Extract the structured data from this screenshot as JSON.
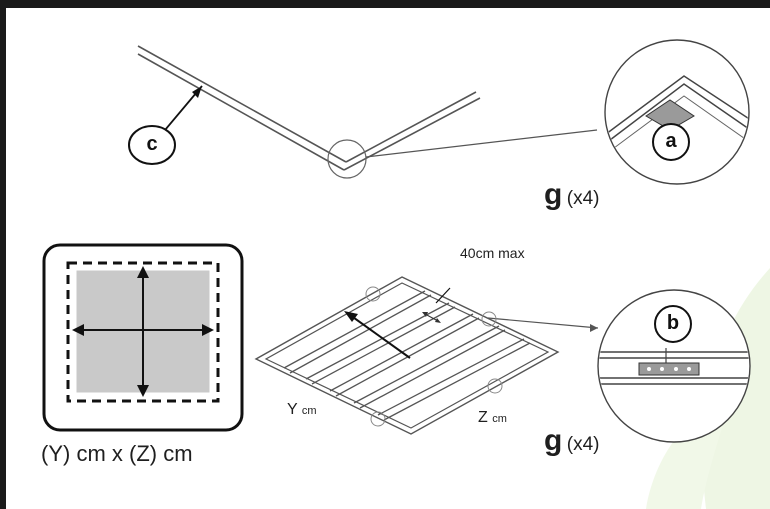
{
  "callouts": {
    "c": "c",
    "a": "a",
    "b": "b"
  },
  "step1": {
    "bracket_letter": "g",
    "bracket_count": "(x4)"
  },
  "step2": {
    "max_spacing": "40cm max",
    "y_label": "Y",
    "y_unit": "cm",
    "z_label": "Z",
    "z_unit": "cm",
    "bracket_letter": "g",
    "bracket_count": "(x4)",
    "size_formula": "(Y) cm x (Z) cm"
  },
  "colors": {
    "line": "#555555",
    "thick": "#111111",
    "floor_fill": "#c9c9c9",
    "bracket_fill": "#9a9a9a",
    "leaf_green": "#eef6e4"
  }
}
